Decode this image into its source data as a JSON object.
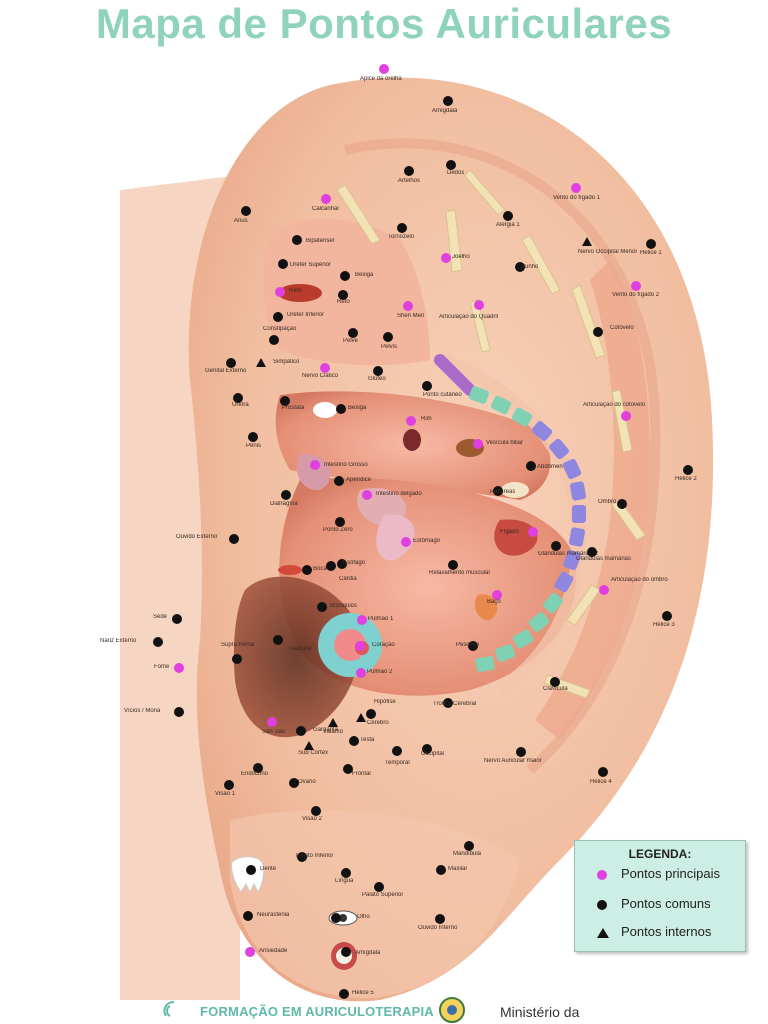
{
  "title": "Mapa de Pontos Auriculares",
  "colors": {
    "title": "#8fd3bb",
    "principal": "#e040e0",
    "comum": "#111111",
    "skin": "#f4c4a6",
    "skin_dark": "#e8967a",
    "legend_bg": "#cdeee5",
    "spine_green": "#7fd1b3",
    "spine_purple": "#8f86e0"
  },
  "points": [
    {
      "label": "Ápice da orelha",
      "type": "principal"
    },
    {
      "label": "Amígdala",
      "type": "comum"
    },
    {
      "label": "Artelhos",
      "type": "comum"
    },
    {
      "label": "Dedos",
      "type": "comum"
    },
    {
      "label": "Calcanhar",
      "type": "principal"
    },
    {
      "label": "Vento do fígado 1",
      "type": "principal"
    },
    {
      "label": "Ânus",
      "type": "comum"
    },
    {
      "label": "Tornozelo",
      "type": "comum"
    },
    {
      "label": "Alergia 1",
      "type": "comum"
    },
    {
      "label": "Nervo Occipital Menor",
      "type": "interno"
    },
    {
      "label": "Hélice 1",
      "type": "comum"
    },
    {
      "label": "Bipatenser",
      "type": "comum"
    },
    {
      "label": "Joelho",
      "type": "principal"
    },
    {
      "label": "Punho",
      "type": "comum"
    },
    {
      "label": "Ureter Superior",
      "type": "comum"
    },
    {
      "label": "Bexiga",
      "type": "comum"
    },
    {
      "label": "Reto",
      "type": "principal"
    },
    {
      "label": "Vento do fígado 2",
      "type": "principal"
    },
    {
      "label": "Reto",
      "type": "comum"
    },
    {
      "label": "Shen Men",
      "type": "principal"
    },
    {
      "label": "Articulação do Quadril",
      "type": "principal"
    },
    {
      "label": "Ureter Inferior",
      "type": "comum"
    },
    {
      "label": "Cotovelo",
      "type": "comum"
    },
    {
      "label": "Constipação",
      "type": "comum"
    },
    {
      "label": "Pelve",
      "type": "comum"
    },
    {
      "label": "Pelvis",
      "type": "comum"
    },
    {
      "label": "Genital Externo",
      "type": "comum"
    },
    {
      "label": "Simpático",
      "type": "interno"
    },
    {
      "label": "Nervo Ciático",
      "type": "principal"
    },
    {
      "label": "Glúteo",
      "type": "comum"
    },
    {
      "label": "Ponto cutâneo",
      "type": "comum"
    },
    {
      "label": "Uretra",
      "type": "comum"
    },
    {
      "label": "Próstata",
      "type": "comum"
    },
    {
      "label": "Bexiga",
      "type": "comum"
    },
    {
      "label": "Rim",
      "type": "principal"
    },
    {
      "label": "Articulação do cotovelo",
      "type": "principal"
    },
    {
      "label": "Pênis",
      "type": "comum"
    },
    {
      "label": "Vesícula biliar",
      "type": "principal"
    },
    {
      "label": "Intestino Grosso",
      "type": "principal"
    },
    {
      "label": "Apêndice",
      "type": "comum"
    },
    {
      "label": "Abdômen",
      "type": "comum"
    },
    {
      "label": "Hélice 2",
      "type": "comum"
    },
    {
      "label": "Intestino delgado",
      "type": "principal"
    },
    {
      "label": "Diafragma",
      "type": "comum"
    },
    {
      "label": "Pâncreas",
      "type": "comum"
    },
    {
      "label": "Ombro",
      "type": "comum"
    },
    {
      "label": "Ouvido Externo",
      "type": "comum"
    },
    {
      "label": "Ponto Zero",
      "type": "comum"
    },
    {
      "label": "Estômago",
      "type": "principal"
    },
    {
      "label": "Fígado",
      "type": "principal"
    },
    {
      "label": "Glândulas mamárias 2",
      "type": "comum"
    },
    {
      "label": "Glândulas mamárias",
      "type": "comum"
    },
    {
      "label": "Cárdia",
      "type": "comum"
    },
    {
      "label": "Boca",
      "type": "comum"
    },
    {
      "label": "Esôfago",
      "type": "comum"
    },
    {
      "label": "Relaxamento muscular",
      "type": "comum"
    },
    {
      "label": "Articulação do ombro",
      "type": "principal"
    },
    {
      "label": "Baço",
      "type": "principal"
    },
    {
      "label": "Sede",
      "type": "comum"
    },
    {
      "label": "Hélice 3",
      "type": "comum"
    },
    {
      "label": "Traqueia",
      "type": "comum"
    },
    {
      "label": "Pulmão 1",
      "type": "principal"
    },
    {
      "label": "Nariz Externo",
      "type": "comum"
    },
    {
      "label": "Supra Renal",
      "type": "comum"
    },
    {
      "label": "Coração",
      "type": "principal"
    },
    {
      "label": "Pescoço",
      "type": "comum"
    },
    {
      "label": "Fome",
      "type": "principal"
    },
    {
      "label": "Brônquios",
      "type": "comum"
    },
    {
      "label": "Pulmão 2",
      "type": "principal"
    },
    {
      "label": "Tronco Cerebral",
      "type": "comum"
    },
    {
      "label": "Clavícula",
      "type": "comum"
    },
    {
      "label": "Vícios / Moria",
      "type": "comum"
    },
    {
      "label": "Hipófise",
      "type": "comum"
    },
    {
      "label": "Cérebro",
      "type": "interno"
    },
    {
      "label": "Garganta",
      "type": "comum"
    },
    {
      "label": "San Jiao",
      "type": "principal"
    },
    {
      "label": "Tálamo",
      "type": "interno"
    },
    {
      "label": "Sub Córtex",
      "type": "interno"
    },
    {
      "label": "Testa",
      "type": "comum"
    },
    {
      "label": "Occipital",
      "type": "comum"
    },
    {
      "label": "Nervo Auricular maior",
      "type": "comum"
    },
    {
      "label": "Temporal",
      "type": "comum"
    },
    {
      "label": "Endócrino",
      "type": "comum"
    },
    {
      "label": "Frontal",
      "type": "comum"
    },
    {
      "label": "Ovário",
      "type": "comum"
    },
    {
      "label": "Visão 1",
      "type": "comum"
    },
    {
      "label": "Hélice 4",
      "type": "comum"
    },
    {
      "label": "Visão 2",
      "type": "comum"
    },
    {
      "label": "Mandíbula",
      "type": "comum"
    },
    {
      "label": "Palato Inferior",
      "type": "comum"
    },
    {
      "label": "Dente",
      "type": "comum"
    },
    {
      "label": "Língua",
      "type": "comum"
    },
    {
      "label": "Maxilar",
      "type": "comum"
    },
    {
      "label": "Palato Superior",
      "type": "comum"
    },
    {
      "label": "Neurastenia",
      "type": "comum"
    },
    {
      "label": "Olho",
      "type": "comum"
    },
    {
      "label": "Ouvido Interno",
      "type": "comum"
    },
    {
      "label": "Ansiedade",
      "type": "principal"
    },
    {
      "label": "Amígdala",
      "type": "comum"
    },
    {
      "label": "Hélice 5",
      "type": "comum"
    }
  ],
  "legend": {
    "title": "LEGENDA:",
    "principal": "Pontos principais",
    "comum": "Pontos comuns",
    "interno": "Pontos internos"
  },
  "footer": {
    "left": "FORMAÇÃO EM AURICULOTERAPIA",
    "right": "Ministério da"
  }
}
